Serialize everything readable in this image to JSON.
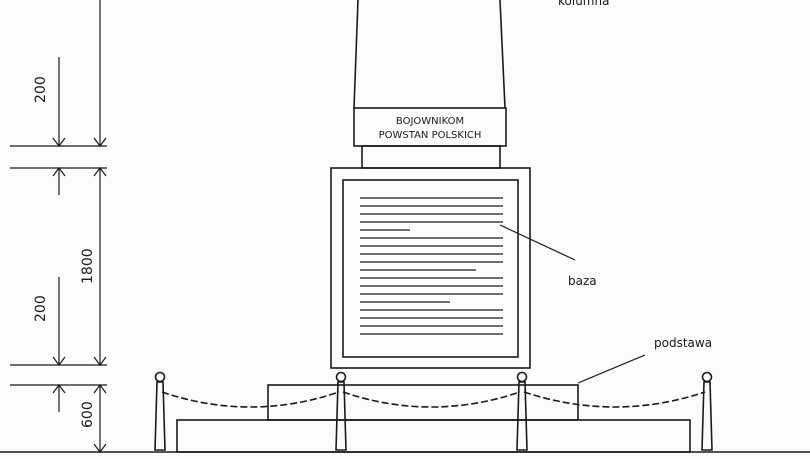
{
  "inscription": {
    "line1": "BOJOWNIKOM",
    "line2": "POWSTAN POLSKICH"
  },
  "labels": {
    "column": "kolumna",
    "base": "baza",
    "plinth": "podstawa"
  },
  "dimensions": {
    "top_small": "200",
    "mid_total": "1800",
    "mid_small": "200",
    "bottom_total": "600"
  }
}
